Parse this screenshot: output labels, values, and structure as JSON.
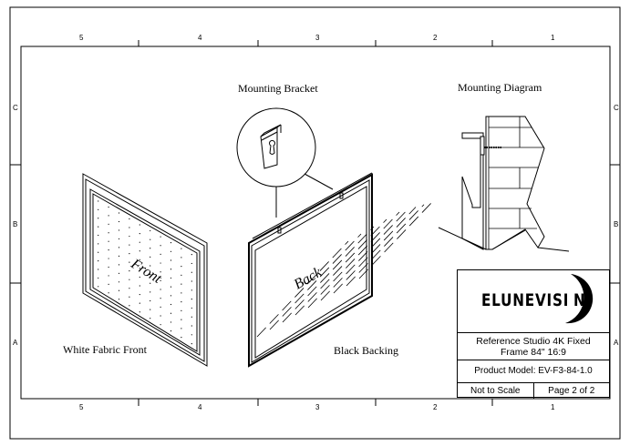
{
  "zones": {
    "columns": [
      "5",
      "4",
      "3",
      "2",
      "1"
    ],
    "rows": [
      "C",
      "B",
      "A"
    ]
  },
  "labels": {
    "mounting_bracket": "Mounting Bracket",
    "mounting_diagram": "Mounting Diagram",
    "white_fabric_front": "White Fabric Front",
    "black_backing": "Black Backing",
    "front": "Front",
    "back": "Back"
  },
  "title_block": {
    "logo": "EluneVision",
    "logo_left": "ELUNEVISI",
    "logo_right": "N",
    "title_line1": "Reference Studio 4K Fixed",
    "title_line2": "Frame 84\" 16:9",
    "product_model": "Product Model: EV-F3-84-1.0",
    "scale": "Not to Scale",
    "page": "Page 2 of 2"
  }
}
